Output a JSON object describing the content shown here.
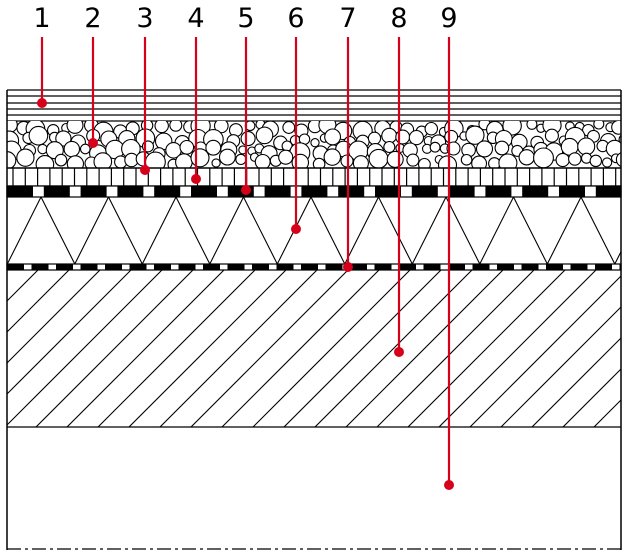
{
  "diagram": {
    "callouts": [
      {
        "number": "1"
      },
      {
        "number": "2"
      },
      {
        "number": "3"
      },
      {
        "number": "4"
      },
      {
        "number": "5"
      },
      {
        "number": "6"
      },
      {
        "number": "7"
      },
      {
        "number": "8"
      },
      {
        "number": "9"
      }
    ],
    "colors": {
      "marker": "#d7001a",
      "line": "#000000",
      "background": "#ffffff"
    }
  }
}
